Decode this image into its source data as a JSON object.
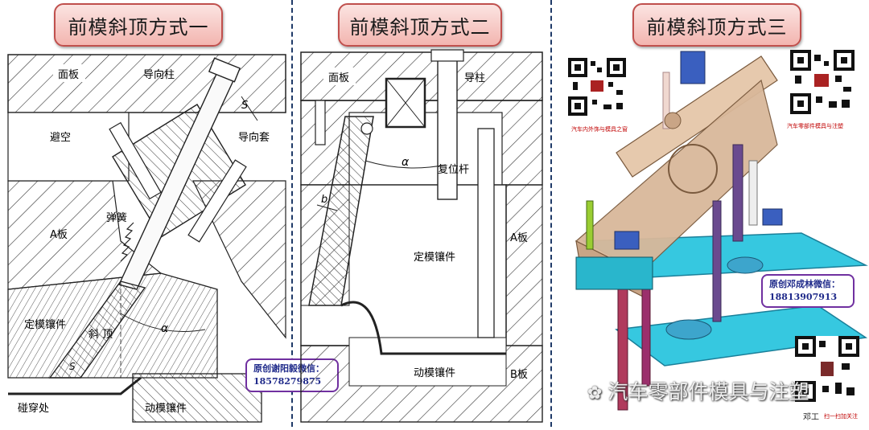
{
  "panels": [
    {
      "title": "前模斜顶方式一"
    },
    {
      "title": "前模斜顶方式二"
    },
    {
      "title": "前模斜顶方式三"
    }
  ],
  "panel1": {
    "labels": {
      "face_plate": "面板",
      "guide_post": "导向柱",
      "s_top": "S",
      "guide_sleeve": "导向套",
      "clearance": "避空",
      "spring": "弹簧",
      "a_plate": "A板",
      "fixed_insert": "定模镶件",
      "slant_top": "斜 顶",
      "alpha": "α",
      "s_bottom": "S",
      "collision": "碰穿处",
      "moving_insert": "动模镶件"
    },
    "wechat": {
      "line1": "原创谢阳毅微信：",
      "line2": "18578279875"
    }
  },
  "panel2": {
    "labels": {
      "face_plate": "面板",
      "guide_post": "导柱",
      "alpha": "α",
      "reset_rod": "复位杆",
      "b": "b",
      "a_plate": "A板",
      "fixed_insert": "定模镶件",
      "moving_insert": "动模镶件",
      "b_plate": "B板"
    }
  },
  "panel3": {
    "qr_left_caption": "汽车内外饰与模具之窗",
    "qr_right_caption": "汽车零部件模具与注塑",
    "wechat": {
      "line1": "原创邓成林微信：",
      "line2": "18813907913"
    },
    "watermark": "汽车零部件模具与注塑",
    "author": "邓工",
    "author_note": "扫一扫加关注"
  },
  "colors": {
    "title_border": "#c0504d",
    "divider": "#1f3a68",
    "wechat_border": "#7030a0",
    "plate_blue": "#36c8e0",
    "block_tan": "#d9b89a"
  }
}
